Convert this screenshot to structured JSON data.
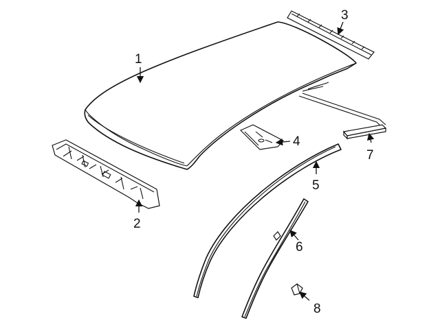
{
  "callouts": [
    {
      "number": "1",
      "part": "roof-panel"
    },
    {
      "number": "2",
      "part": "front-header-panel"
    },
    {
      "number": "3",
      "part": "rear-header-panel"
    },
    {
      "number": "4",
      "part": "roof-bow"
    },
    {
      "number": "5",
      "part": "roof-rail-molding"
    },
    {
      "number": "6",
      "part": "drip-molding"
    },
    {
      "number": "7",
      "part": "rear-weatherstrip"
    },
    {
      "number": "8",
      "part": "molding-clip"
    }
  ]
}
